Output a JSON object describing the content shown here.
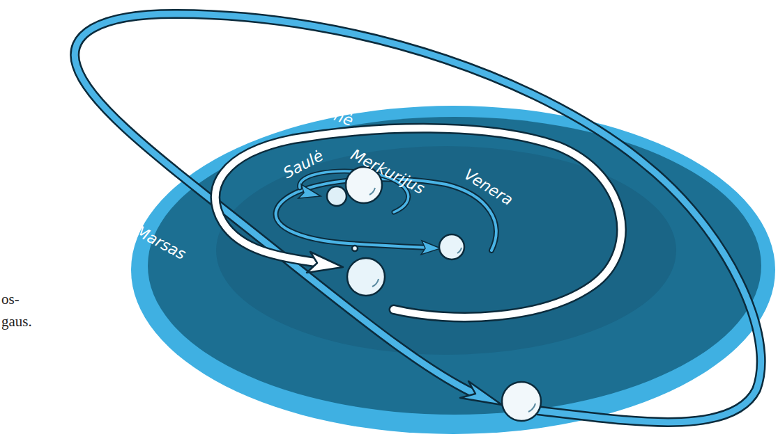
{
  "diagram": {
    "labels": [
      "Žemė",
      "Saulė",
      "Merkurijus",
      "Venera",
      "Marsas",
      "os-",
      "gaus."
    ]
  }
}
